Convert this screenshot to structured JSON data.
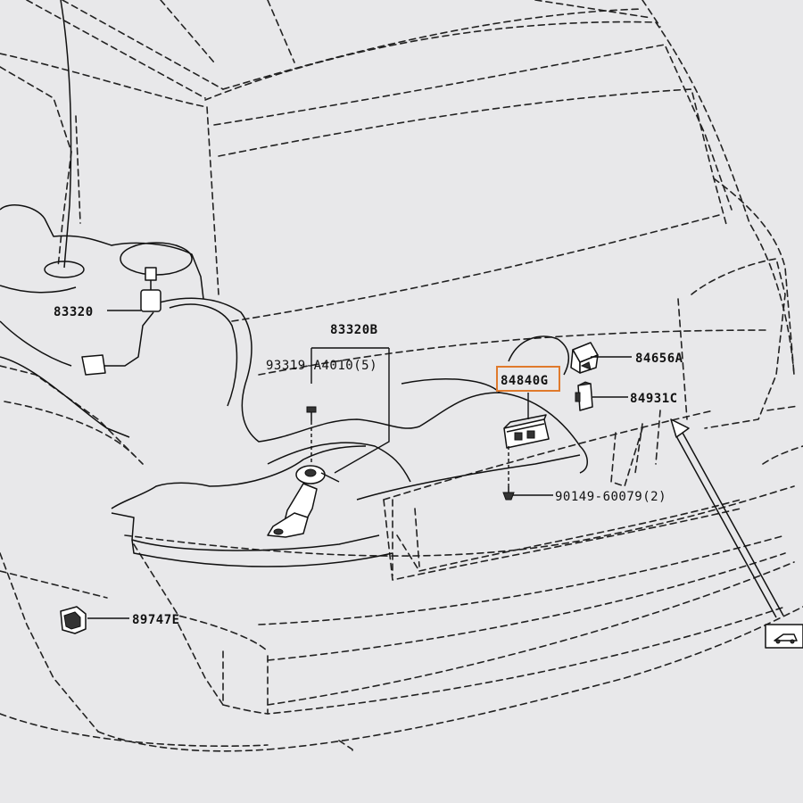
{
  "labels": {
    "p83320": "83320",
    "p83320B": "83320B",
    "p93319": "93319-A4010(5)",
    "p84840G": "84840G",
    "p84656A": "84656A",
    "p84931C": "84931C",
    "p90149": "90149-60079(2)",
    "p89747E": "89747E"
  },
  "colors": {
    "highlight": "#e07a2c",
    "background": "#e8e8ea",
    "ink": "#111111"
  },
  "icons": {
    "view_indicator": "vehicle-rear-view-icon"
  }
}
